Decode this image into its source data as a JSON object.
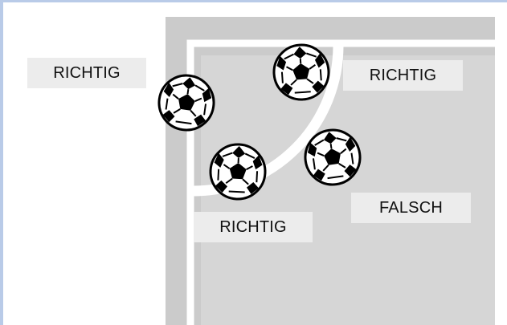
{
  "labels": {
    "top_left": "RICHTIG",
    "top_right": "RICHTIG",
    "bottom_left": "RICHTIG",
    "bottom_right": "FALSCH"
  },
  "colors": {
    "outer_border": "#b9cbe8",
    "pitch_dark": "#cbcbcb",
    "pitch_light": "#d6d6d6",
    "line": "#ffffff",
    "label_bg": "#ececec",
    "ball_black": "#000000",
    "ball_white": "#ffffff"
  },
  "balls": [
    {
      "name": "ball-outside-left",
      "icon": "soccer-ball-icon"
    },
    {
      "name": "ball-on-arc-top",
      "icon": "soccer-ball-icon"
    },
    {
      "name": "ball-on-arc-bottom",
      "icon": "soccer-ball-icon"
    },
    {
      "name": "ball-inside-area",
      "icon": "soccer-ball-icon"
    }
  ]
}
